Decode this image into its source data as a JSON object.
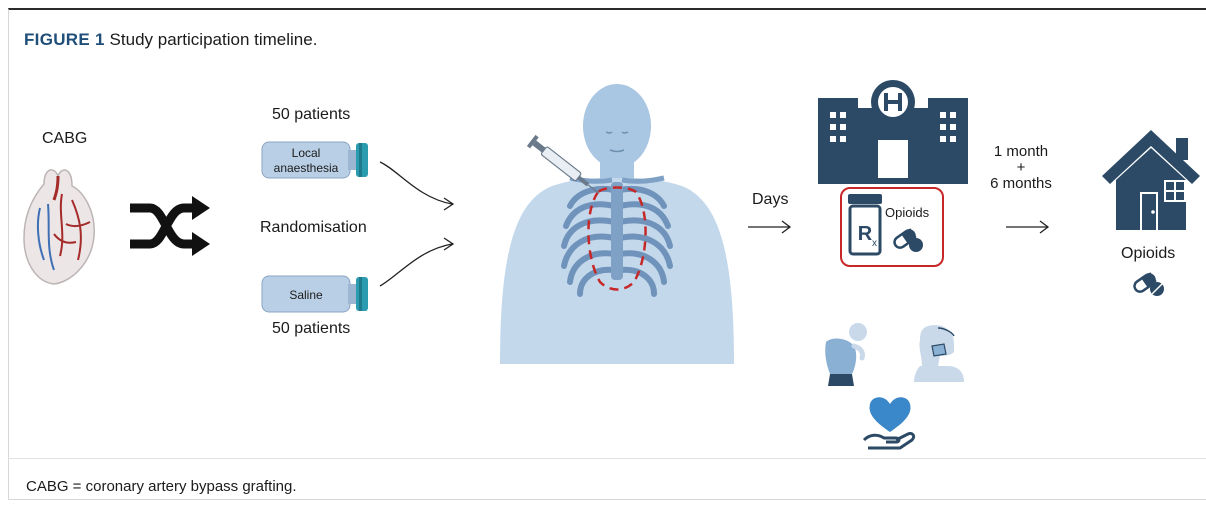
{
  "caption": {
    "figure_label": "FIGURE 1",
    "title": "Study participation timeline."
  },
  "steps": {
    "cabg_label": "CABG",
    "randomisation_label": "Randomisation",
    "arm_top_count": "50 patients",
    "arm_top_vial_line1": "Local",
    "arm_top_vial_line2": "anaesthesia",
    "arm_bottom_count": "50 patients",
    "arm_bottom_vial": "Saline",
    "days_label": "Days",
    "hospital_opioids_label": "Opioids",
    "followup_line1": "1 month",
    "followup_line2": "+",
    "followup_line3": "6 months",
    "home_opioids_label": "Opioids"
  },
  "footnote": "CABG  = coronary artery bypass grafting.",
  "colors": {
    "icon_navy": "#2c4a66",
    "accent_red": "#c62828",
    "body_blue": "#a9c6e3",
    "vial_blue": "#b9cfe6",
    "vial_cap": "#2b9bb0",
    "caption_blue": "#1f4e79",
    "heart_blue": "#3a87c9"
  },
  "icons": [
    "heart-anatomy-icon",
    "shuffle-icon",
    "vial-icon",
    "syringe-icon",
    "torso-icon",
    "hospital-icon",
    "prescription-icon",
    "pill-icon",
    "back-pain-icon",
    "breathing-mask-icon",
    "heart-hand-icon",
    "house-icon"
  ]
}
